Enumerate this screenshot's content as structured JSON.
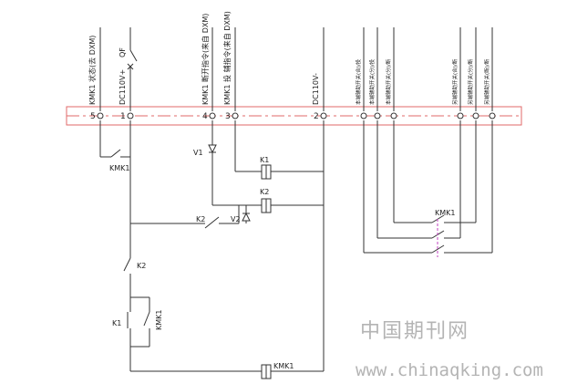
{
  "labels": {
    "t5_top": "KMK1 状态(去 DXM)",
    "t1_top": "DC110V+",
    "qf": "QF",
    "t4_top": "KMK1 断开指令(来自 DXM)",
    "t3_top": "KMK1 投 辅指令(来自 DXM)",
    "t2_top": "DC110V-",
    "r1_top": "本端辅助开关(合)/投",
    "r2_top": "本端辅助开关(分)/投",
    "r3_top": "本端辅助开关(分)/断",
    "r4_top": "另端辅助开关(合)/断",
    "r5_top": "另端辅助开关(分)/断",
    "r6_top": "另端辅助开关(断)/断"
  },
  "terminals": {
    "t5": "5",
    "t1": "1",
    "t4": "4",
    "t3": "3",
    "t2": "2"
  },
  "components": {
    "kmk1_contact_top": "KMK1",
    "v1": "V1",
    "k1_coil": "K1",
    "k2_coil": "K2",
    "k2_contact_mid": "K2",
    "v2": "V2",
    "kmk1_right": "KMK1",
    "k2_contact": "K2",
    "k1_contact": "K1",
    "kmk1_contact_bottom": "KMK1",
    "kmk1_coil": "KMK1"
  },
  "watermark": {
    "cn": "中国期刊网",
    "url": "www.chinaqking.com"
  },
  "colors": {
    "line": "#333333",
    "band": "#e06a6a",
    "dash": "#c040c0",
    "watermark": "#b4b4b4"
  }
}
